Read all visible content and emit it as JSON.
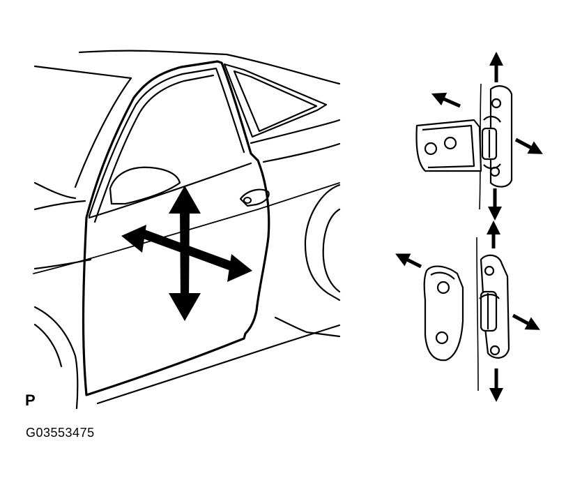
{
  "diagram": {
    "view_marker": "P",
    "figure_id": "G03553475",
    "parts": {
      "car_body": "car-body-outline",
      "door": "front-door",
      "upper_hinge": "upper-door-hinge",
      "lower_hinge": "lower-door-hinge"
    },
    "arrow_color": "#000000",
    "line_color": "#000000"
  }
}
